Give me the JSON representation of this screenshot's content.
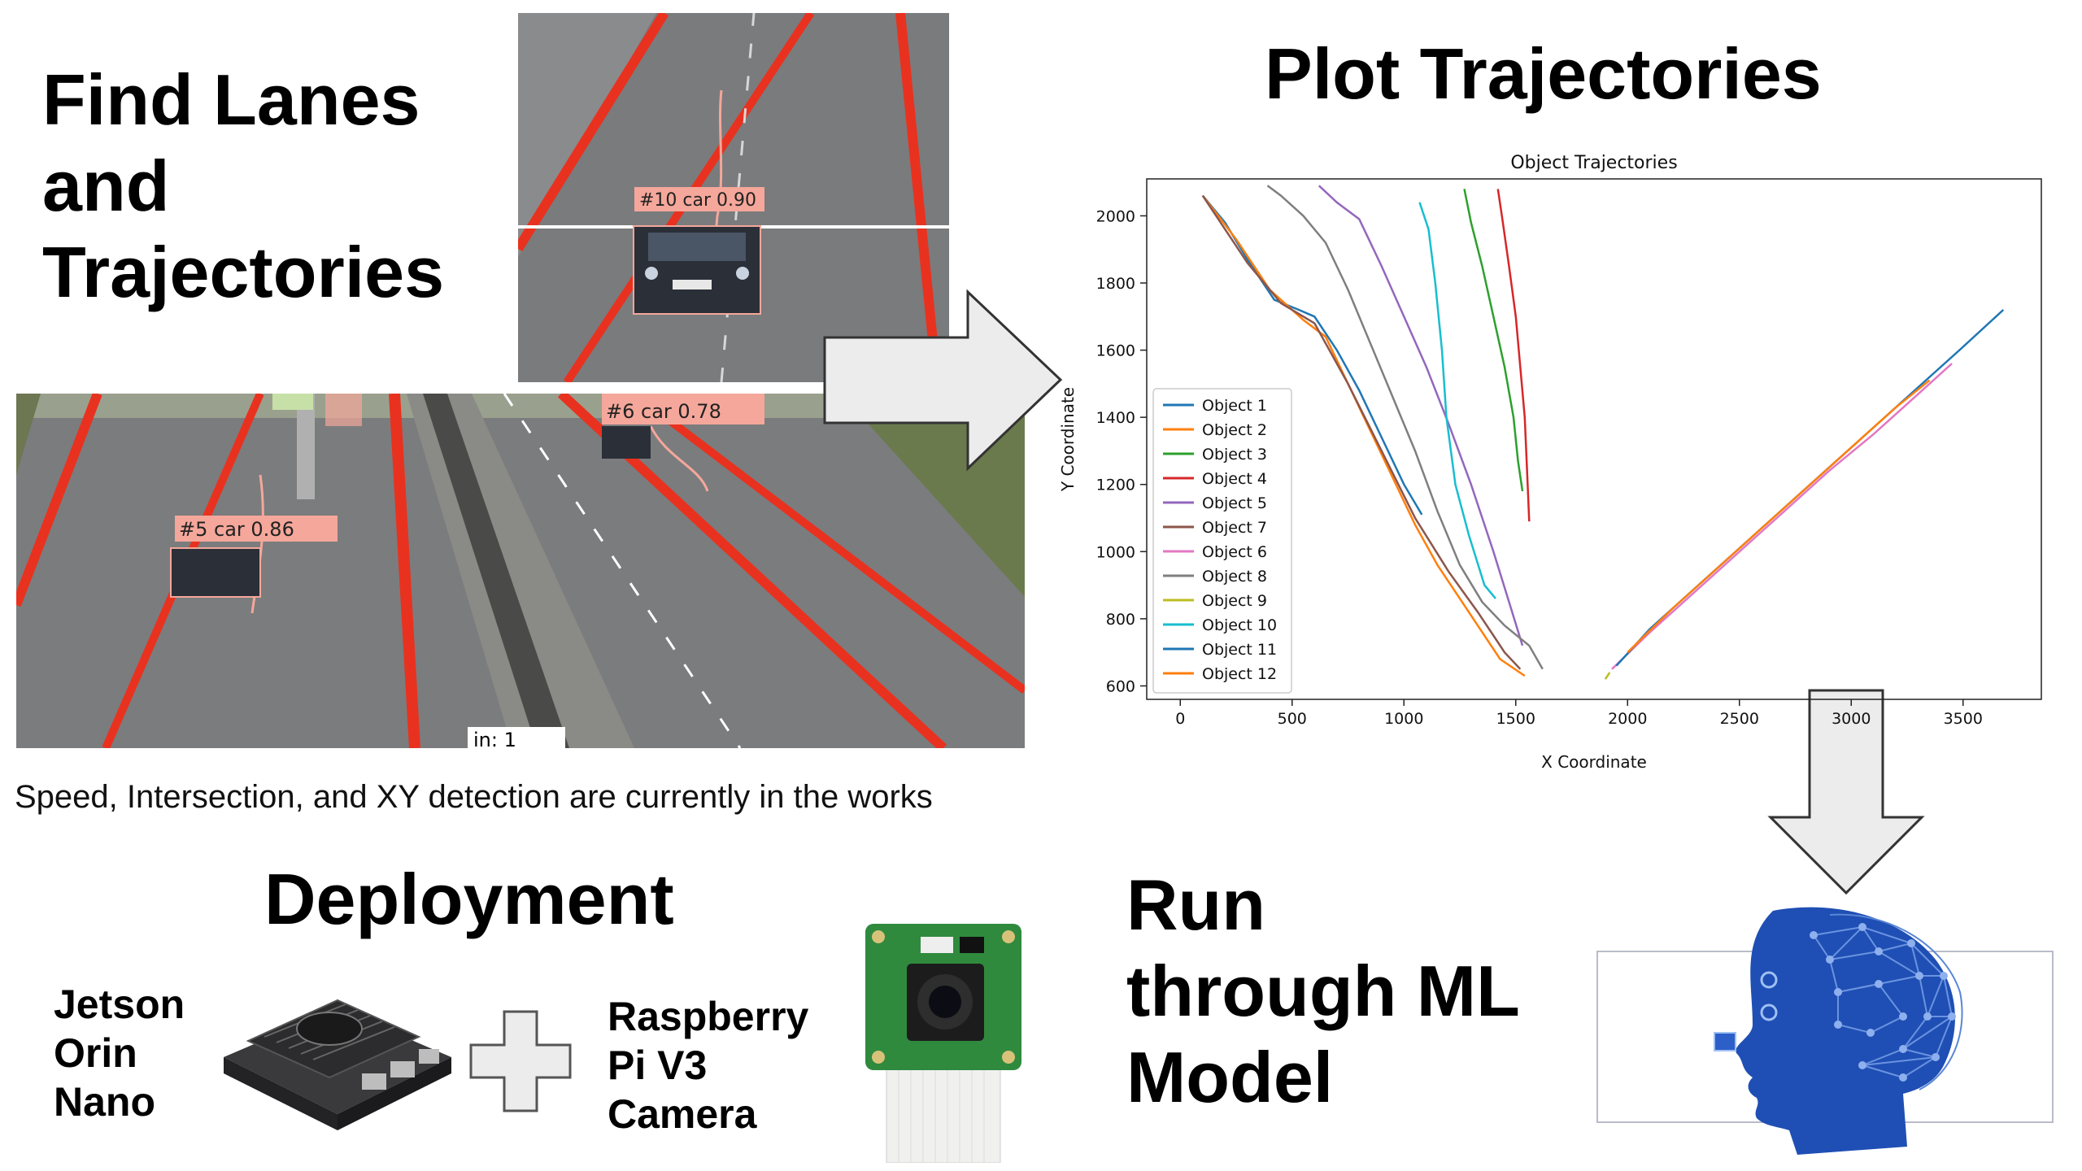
{
  "headings": {
    "find_lanes": [
      "Find Lanes",
      "and",
      "Trajectories"
    ],
    "plot_trajectories": "Plot Trajectories",
    "deployment": "Deployment",
    "run_ml": [
      "Run",
      "through ML",
      "Model"
    ]
  },
  "note": "Speed, Intersection, and XY detection are currently in the works",
  "hardware": {
    "jetson": [
      "Jetson",
      "Orin",
      "Nano"
    ],
    "camera": [
      "Raspberry",
      "Pi V3",
      "Camera"
    ]
  },
  "detections": {
    "top_photo": [
      {
        "label": "#10 car 0.90"
      }
    ],
    "bottom_photo": [
      {
        "label": "#6 car 0.78"
      },
      {
        "label": "#5 car 0.86"
      }
    ],
    "counter": "in: 1"
  },
  "colors": {
    "lane": "#e8321f",
    "box": "#f4a79a",
    "arrow_fill": "#ececec",
    "arrow_stroke": "#333333",
    "brain_blue": "#1f4fb4"
  },
  "chart_data": {
    "type": "line",
    "title": "Object Trajectories",
    "xlabel": "X Coordinate",
    "ylabel": "Y Coordinate",
    "xlim": [
      -150,
      3850
    ],
    "ylim": [
      560,
      2110
    ],
    "xticks": [
      0,
      500,
      1000,
      1500,
      2000,
      2500,
      3000,
      3500
    ],
    "yticks": [
      600,
      800,
      1000,
      1200,
      1400,
      1600,
      1800,
      2000
    ],
    "legend_position": "lower-left",
    "grid": false,
    "series": [
      {
        "name": "Object 1",
        "color": "#1f77b4",
        "points": [
          [
            100,
            2060
          ],
          [
            200,
            1980
          ],
          [
            300,
            1870
          ],
          [
            420,
            1750
          ],
          [
            530,
            1720
          ],
          [
            600,
            1700
          ],
          [
            700,
            1600
          ],
          [
            800,
            1480
          ],
          [
            900,
            1340
          ],
          [
            1000,
            1200
          ],
          [
            1080,
            1110
          ]
        ]
      },
      {
        "name": "Object 2",
        "color": "#ff7f0e",
        "points": [
          [
            100,
            2060
          ],
          [
            250,
            1930
          ],
          [
            400,
            1780
          ],
          [
            550,
            1690
          ],
          [
            650,
            1640
          ],
          [
            750,
            1500
          ],
          [
            850,
            1360
          ],
          [
            950,
            1220
          ],
          [
            1050,
            1080
          ],
          [
            1150,
            960
          ],
          [
            1250,
            860
          ],
          [
            1350,
            760
          ],
          [
            1430,
            680
          ],
          [
            1540,
            630
          ]
        ]
      },
      {
        "name": "Object 3",
        "color": "#2ca02c",
        "points": [
          [
            1270,
            2080
          ],
          [
            1300,
            1980
          ],
          [
            1350,
            1850
          ],
          [
            1400,
            1700
          ],
          [
            1450,
            1550
          ],
          [
            1490,
            1400
          ],
          [
            1510,
            1270
          ],
          [
            1530,
            1180
          ]
        ]
      },
      {
        "name": "Object 4",
        "color": "#d62728",
        "points": [
          [
            1420,
            2080
          ],
          [
            1440,
            1990
          ],
          [
            1470,
            1850
          ],
          [
            1500,
            1700
          ],
          [
            1520,
            1550
          ],
          [
            1540,
            1400
          ],
          [
            1550,
            1250
          ],
          [
            1560,
            1090
          ]
        ]
      },
      {
        "name": "Object 5",
        "color": "#9467bd",
        "points": [
          [
            620,
            2090
          ],
          [
            700,
            2040
          ],
          [
            800,
            1990
          ],
          [
            900,
            1850
          ],
          [
            1000,
            1700
          ],
          [
            1100,
            1550
          ],
          [
            1200,
            1380
          ],
          [
            1300,
            1200
          ],
          [
            1400,
            1000
          ],
          [
            1470,
            850
          ],
          [
            1530,
            720
          ]
        ]
      },
      {
        "name": "Object 7",
        "color": "#8c564b",
        "points": [
          [
            100,
            2060
          ],
          [
            300,
            1860
          ],
          [
            450,
            1740
          ],
          [
            600,
            1680
          ],
          [
            750,
            1500
          ],
          [
            900,
            1300
          ],
          [
            1050,
            1100
          ],
          [
            1200,
            940
          ],
          [
            1330,
            820
          ],
          [
            1400,
            750
          ],
          [
            1450,
            700
          ],
          [
            1520,
            650
          ]
        ]
      },
      {
        "name": "Object 6",
        "color": "#e377c2",
        "points": [
          [
            1930,
            650
          ],
          [
            2100,
            760
          ],
          [
            2300,
            880
          ],
          [
            2500,
            1000
          ],
          [
            2700,
            1120
          ],
          [
            2900,
            1240
          ],
          [
            3100,
            1350
          ],
          [
            3300,
            1470
          ],
          [
            3450,
            1560
          ]
        ]
      },
      {
        "name": "Object 8",
        "color": "#7f7f7f",
        "points": [
          [
            390,
            2090
          ],
          [
            450,
            2060
          ],
          [
            550,
            2000
          ],
          [
            650,
            1920
          ],
          [
            750,
            1780
          ],
          [
            850,
            1620
          ],
          [
            950,
            1460
          ],
          [
            1050,
            1300
          ],
          [
            1150,
            1120
          ],
          [
            1250,
            960
          ],
          [
            1350,
            850
          ],
          [
            1450,
            780
          ],
          [
            1560,
            720
          ],
          [
            1620,
            650
          ]
        ]
      },
      {
        "name": "Object 9",
        "color": "#bcbd22",
        "points": [
          [
            1900,
            620
          ],
          [
            1920,
            640
          ]
        ]
      },
      {
        "name": "Object 10",
        "color": "#17becf",
        "points": [
          [
            1070,
            2040
          ],
          [
            1110,
            1960
          ],
          [
            1140,
            1800
          ],
          [
            1170,
            1600
          ],
          [
            1190,
            1400
          ],
          [
            1230,
            1200
          ],
          [
            1290,
            1050
          ],
          [
            1360,
            900
          ],
          [
            1410,
            860
          ]
        ]
      },
      {
        "name": "Object 11",
        "color": "#1f77b4",
        "points": [
          [
            1950,
            660
          ],
          [
            2100,
            770
          ],
          [
            2300,
            890
          ],
          [
            2500,
            1010
          ],
          [
            2700,
            1130
          ],
          [
            2900,
            1250
          ],
          [
            3100,
            1370
          ],
          [
            3300,
            1490
          ],
          [
            3500,
            1610
          ],
          [
            3680,
            1720
          ]
        ]
      },
      {
        "name": "Object 12",
        "color": "#ff7f0e",
        "points": [
          [
            2000,
            700
          ],
          [
            2200,
            830
          ],
          [
            2400,
            950
          ],
          [
            2600,
            1070
          ],
          [
            2800,
            1190
          ],
          [
            3000,
            1310
          ],
          [
            3200,
            1430
          ],
          [
            3350,
            1510
          ]
        ]
      }
    ]
  }
}
